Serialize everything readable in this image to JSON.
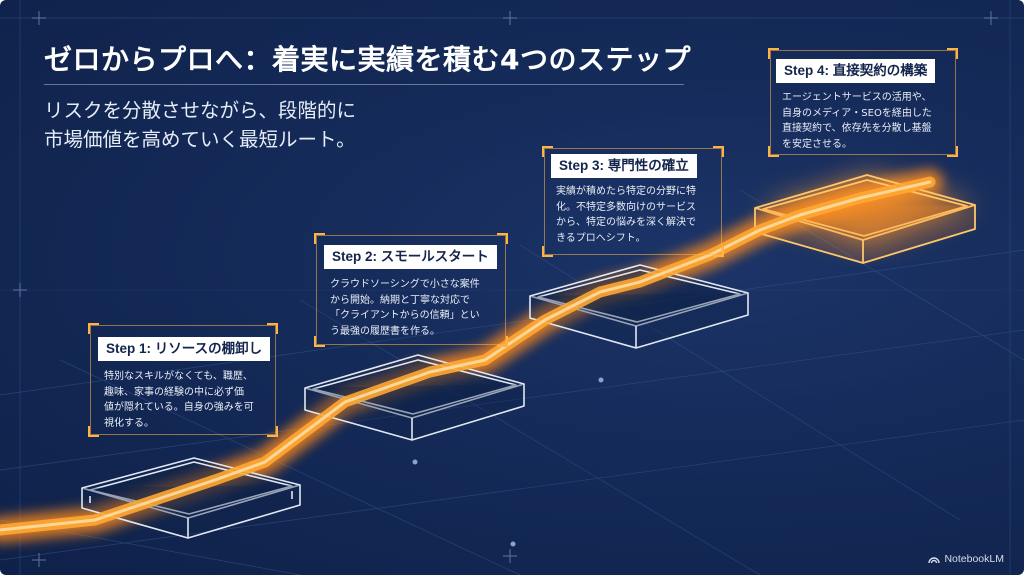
{
  "slide": {
    "title": "ゼロからプロへ：着実に実績を積む4つのステップ",
    "subtitle_lines": [
      "リスクを分散させながら、段階的に",
      "市場価値を高めていく最短ルート。"
    ]
  },
  "steps": [
    {
      "title": "Step 1: リソースの棚卸し",
      "body_lines": [
        "特別なスキルがなくても、職歴、",
        "趣味、家事の経験の中に必ず価",
        "値が隠れている。自身の強みを可",
        "視化する。"
      ]
    },
    {
      "title": "Step 2: スモールスタート",
      "body_lines": [
        "クラウドソーシングで小さな案件",
        "から開始。納期と丁寧な対応で",
        "「クライアントからの信頼」とい",
        "う最強の履歴書を作る。"
      ]
    },
    {
      "title": "Step 3: 専門性の確立",
      "body_lines": [
        "実績が積めたら特定の分野に特",
        "化。不特定多数向けのサービス",
        "から、特定の悩みを深く解決で",
        "きるプロへシフト。"
      ]
    },
    {
      "title": "Step 4: 直接契約の構築",
      "body_lines": [
        "エージェントサービスの活用や、",
        "自身のメディア・SEOを経由した",
        "直接契約で、依存先を分散し基盤",
        "を安定させる。"
      ]
    }
  ],
  "watermark": {
    "text": "NotebookLM",
    "icon": "notebooklm-logo-icon"
  },
  "colors": {
    "background": "#142a58",
    "accent": "#ffa733",
    "accent_glow": "#ff8a1f",
    "frame": "#dfe7f5",
    "text": "#ffffff"
  }
}
